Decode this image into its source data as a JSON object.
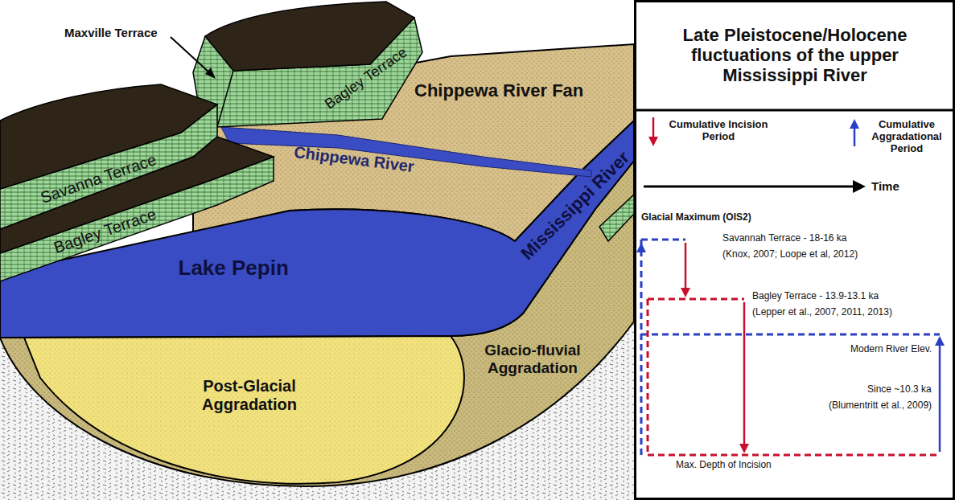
{
  "diagram": {
    "title": "Late Pleistocene/Holocene fluctuations of the upper Mississippi River",
    "labels": [
      "Maxville Terrace",
      "Bagley Terrace",
      "Chippewa River Fan",
      "Chippewa River",
      "Savanna Terrace",
      "Bagley Terrace",
      "Lake Pepin",
      "Mississippi River",
      "Post-Glacial Aggradation",
      "Glacio-fluvial Aggradation",
      "Time",
      "Glacial Maximum (OIS2)",
      "Savannah Terrace - 18-16 ka",
      "(Knox, 2007; Loope et al, 2012)",
      "Bagley Terrace - 13.9-13.1 ka",
      "(Lepper et al., 2007, 2011, 2013)",
      "Modern River Elev.",
      "Since ~10.3 ka",
      "(Blumentritt et al., 2009)",
      "Max. Depth of Incision"
    ],
    "legend": [
      {
        "text": "Cumulative Incision Period"
      },
      {
        "text": "Cumulative Aggradational Period"
      }
    ]
  }
}
